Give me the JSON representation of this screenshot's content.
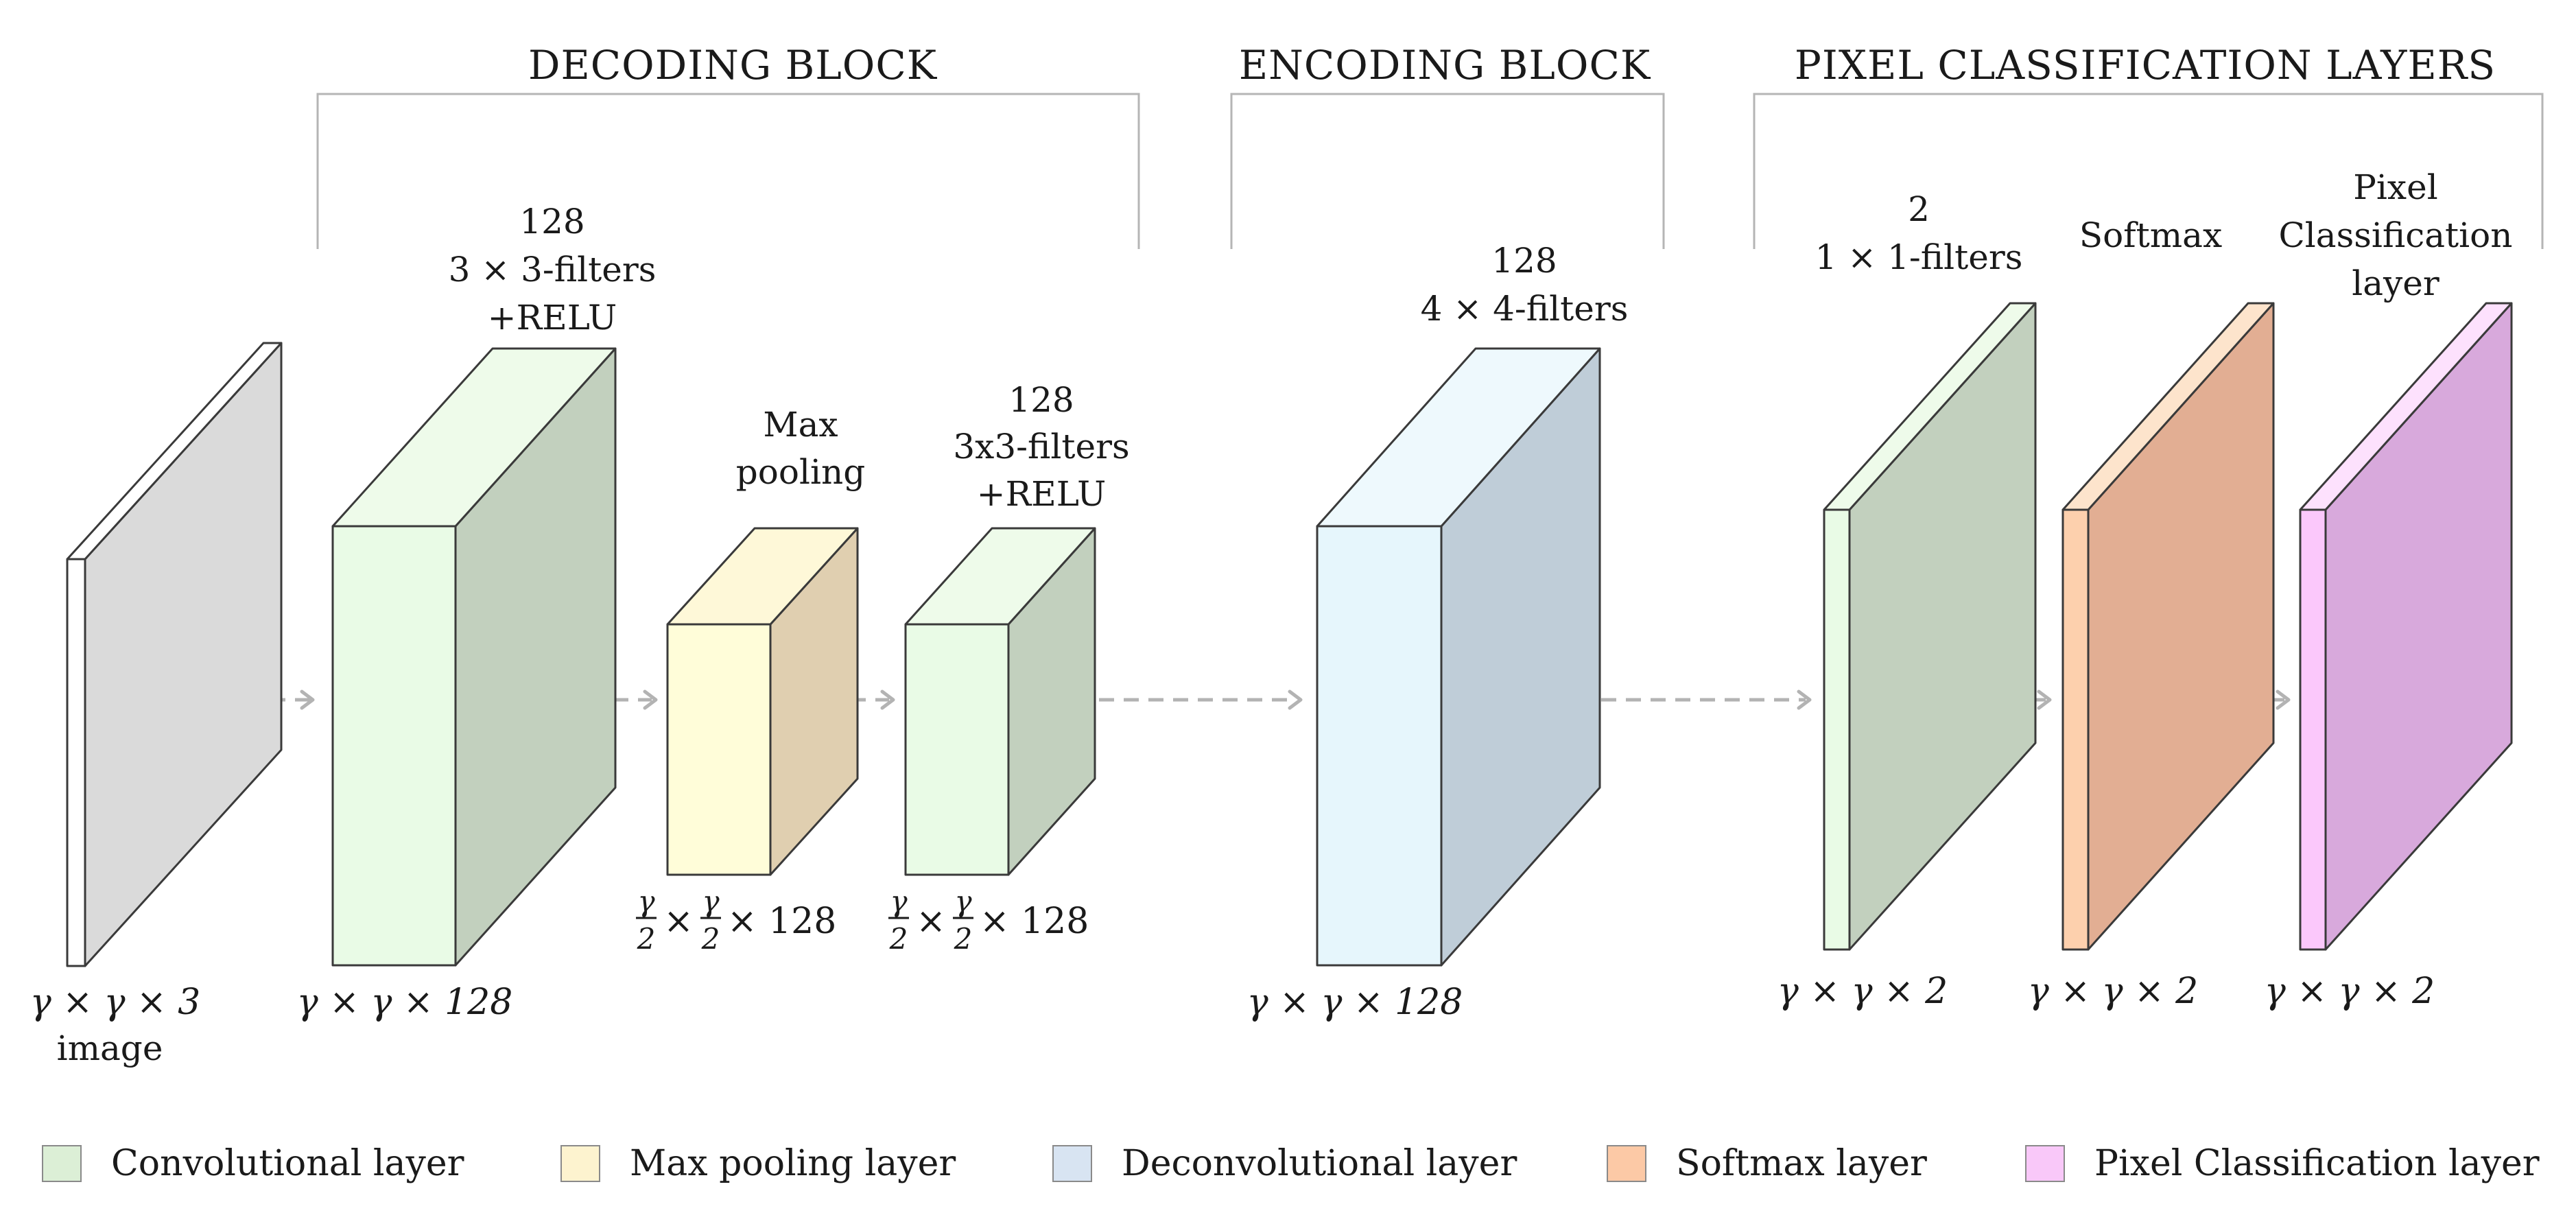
{
  "sections": {
    "decoding": "DECODING BLOCK",
    "encoding": "ENCODING BLOCK",
    "pixel": "PIXEL CLASSIFICATION LAYERS"
  },
  "layers": {
    "input": {
      "dim": "γ × γ × 3",
      "caption": "image",
      "colors": {
        "front": "#ffffff",
        "side": "#dadada",
        "top": "#ffffff"
      }
    },
    "conv1": {
      "top_lines": [
        "128",
        "3 × 3-filters",
        "+RELU"
      ],
      "dim": "γ × γ × 128",
      "colors": {
        "front": "#e9fbe6",
        "side": "#c2d0be",
        "top": "#eefbea"
      }
    },
    "pool": {
      "top_lines": [
        "Max",
        "pooling"
      ],
      "dim_parts": [
        "γ",
        "2",
        "×",
        "γ",
        "2",
        "× 128"
      ],
      "colors": {
        "front": "#fffdd9",
        "side": "#e0cfb0",
        "top": "#fef8d8"
      }
    },
    "conv2": {
      "top_lines": [
        "128",
        "3x3-filters",
        "+RELU"
      ],
      "dim_parts": [
        "γ",
        "2",
        "×",
        "γ",
        "2",
        "× 128"
      ],
      "colors": {
        "front": "#e9fbe6",
        "side": "#c2d0be",
        "top": "#eefbea"
      }
    },
    "deconv": {
      "top_lines": [
        "128",
        "4 × 4-filters"
      ],
      "dim": "γ × γ × 128",
      "colors": {
        "front": "#e6f6fc",
        "side": "#bfcdd8",
        "top": "#eef9fd"
      }
    },
    "conv3": {
      "top_lines": [
        "2",
        "1 × 1-filters"
      ],
      "dim": "γ × γ × 2",
      "colors": {
        "front": "#e9fbe6",
        "side": "#c2d0be",
        "top": "#eefbea"
      }
    },
    "softmax": {
      "top_lines": [
        "Softmax"
      ],
      "dim": "γ × γ × 2",
      "colors": {
        "front": "#fdd0ad",
        "side": "#e2ae93",
        "top": "#fde4cc"
      }
    },
    "pixel": {
      "top_lines": [
        "Pixel",
        "Classification",
        "layer"
      ],
      "dim": "γ × γ × 2",
      "colors": {
        "front": "#fbc8fb",
        "side": "#d8a9dc",
        "top": "#fde1fd"
      }
    }
  },
  "legend": [
    {
      "label": "Convolutional layer",
      "color": "#dcefd6"
    },
    {
      "label": "Max pooling layer",
      "color": "#fdf3cf"
    },
    {
      "label": "Deconvolutional layer",
      "color": "#d8e4f2"
    },
    {
      "label": "Softmax layer",
      "color": "#fcc9a6"
    },
    {
      "label": "Pixel Classification layer",
      "color": "#f9c8f9"
    }
  ]
}
